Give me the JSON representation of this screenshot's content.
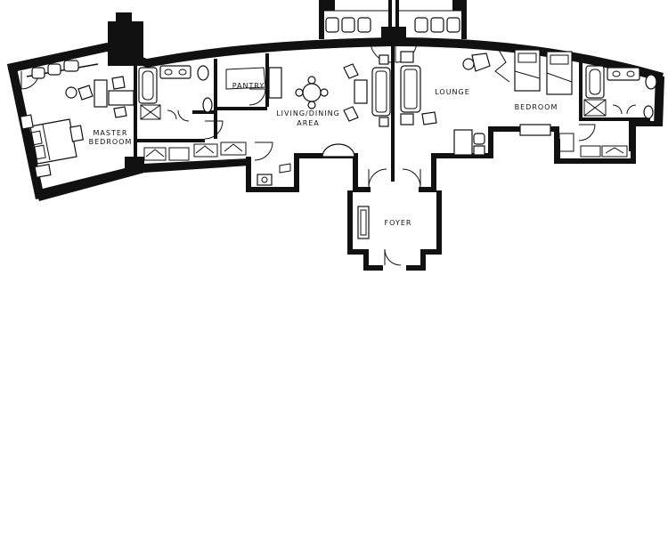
{
  "rooms": {
    "master_bedroom": [
      "MASTER",
      "BEDROOM"
    ],
    "pantry": "PANTRY",
    "living_dining": [
      "LIVING/DINING",
      "AREA"
    ],
    "lounge": "LOUNGE",
    "bedroom": "BEDROOM",
    "foyer": "FOYER"
  },
  "colors": {
    "walls": "#111111",
    "background": "#ffffff"
  }
}
